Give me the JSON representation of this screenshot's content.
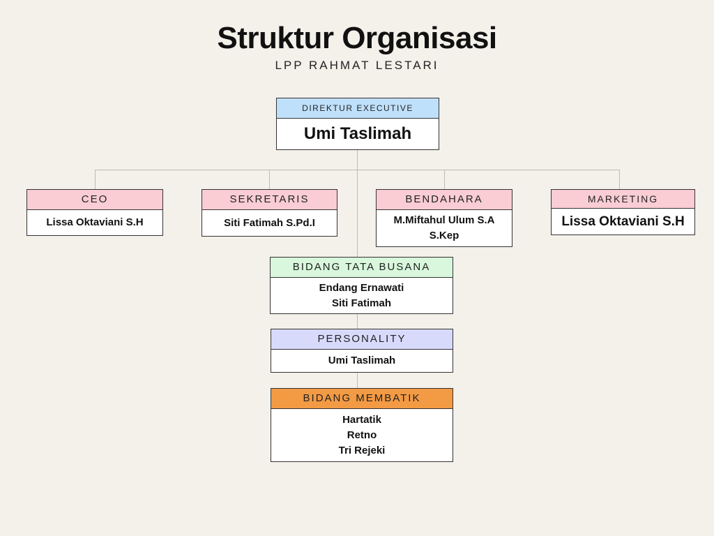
{
  "header": {
    "title": "Struktur Organisasi",
    "subtitle": "LPP RAHMAT LESTARI"
  },
  "colors": {
    "background": "#f4f0ea",
    "director_header": "#bfe0fb",
    "staff_header": "#f9cdd3",
    "tata_busana_header": "#d8f7dc",
    "personality_header": "#d8dafb",
    "membatik_header": "#f39a44"
  },
  "nodes": {
    "director": {
      "role": "DIREKTUR EXECUTIVE",
      "names": [
        "Umi Taslimah"
      ]
    },
    "ceo": {
      "role": "CEO",
      "names": [
        "Lissa Oktaviani S.H"
      ]
    },
    "sekretaris": {
      "role": "SEKRETARIS",
      "names": [
        "Siti Fatimah S.Pd.I"
      ]
    },
    "bendahara": {
      "role": "BENDAHARA",
      "names": [
        "M.Miftahul Ulum S.A",
        "S.Kep"
      ]
    },
    "marketing": {
      "role": "MARKETING",
      "names": [
        "Lissa Oktaviani S.H"
      ]
    },
    "tata_busana": {
      "role": "BIDANG TATA BUSANA",
      "names": [
        "Endang Ernawati",
        "Siti Fatimah"
      ]
    },
    "personality": {
      "role": "PERSONALITY",
      "names": [
        "Umi Taslimah"
      ]
    },
    "membatik": {
      "role": "BIDANG MEMBATIK",
      "names": [
        "Hartatik",
        "Retno",
        "Tri Rejeki"
      ]
    }
  }
}
